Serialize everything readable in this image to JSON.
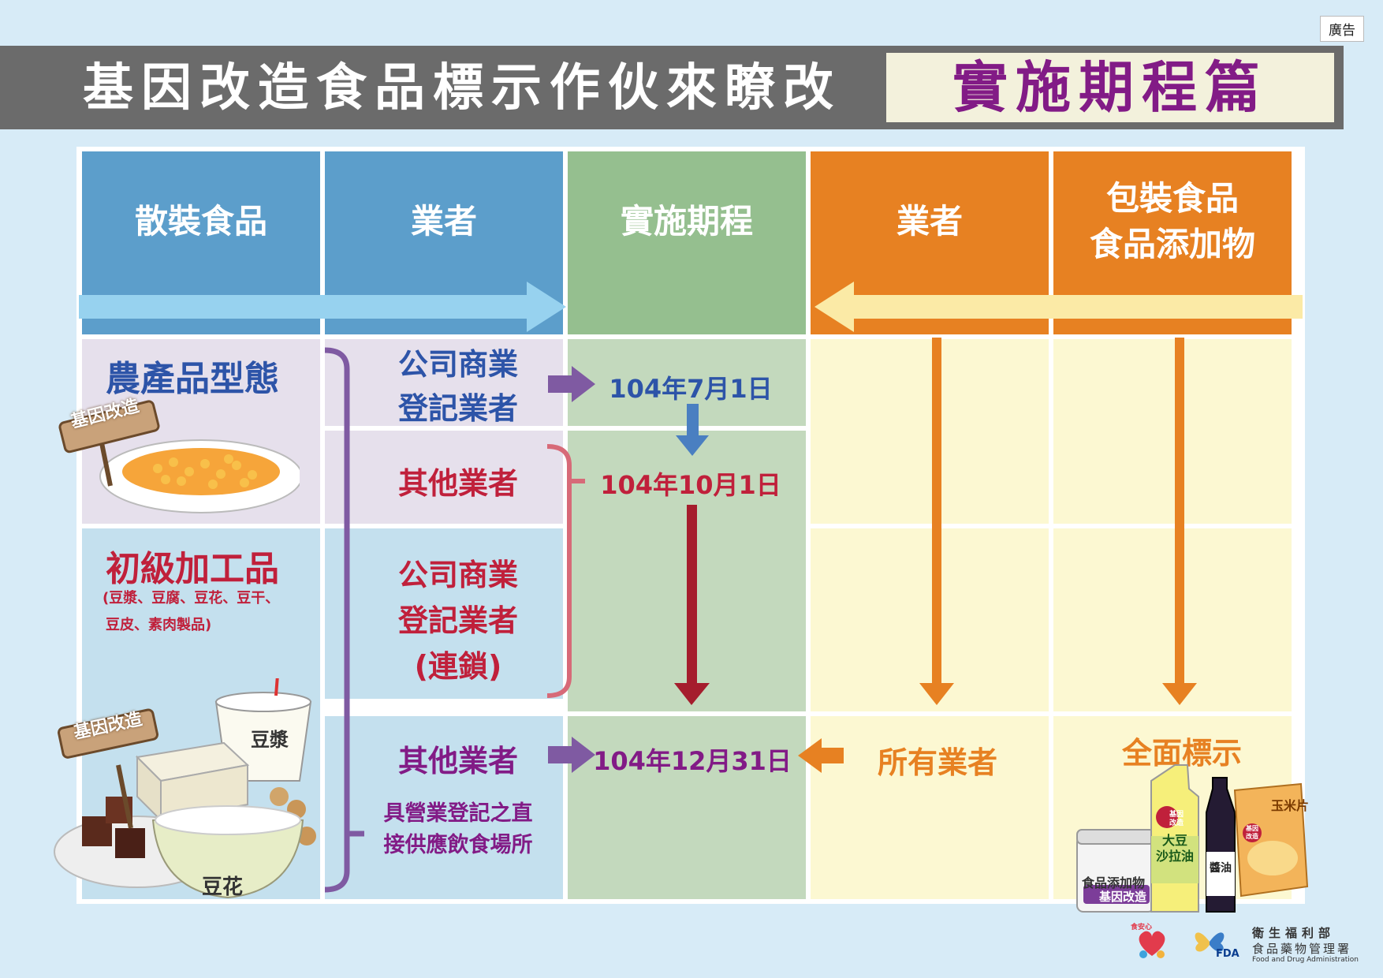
{
  "badge": {
    "ad": "廣告"
  },
  "title": {
    "main": "基因改造食品標示作伙來瞭改",
    "sub": "實施期程篇"
  },
  "headers": {
    "bulk_food": "散裝食品",
    "operator_left": "業者",
    "schedule": "實施期程",
    "operator_right": "業者",
    "packaged_line1": "包裝食品",
    "packaged_line2": "食品添加物"
  },
  "rows": {
    "agri_form": "農產品型態",
    "gmo_sign": "基因改造",
    "primary_processed": "初級加工品",
    "primary_examples_line1": "(豆漿、豆腐、豆花、豆干、",
    "primary_examples_line2": "豆皮、素肉製品)",
    "company_reg_1_line1": "公司商業",
    "company_reg_1_line2": "登記業者",
    "other_ops_1": "其他業者",
    "company_reg_2_line1": "公司商業",
    "company_reg_2_line2": "登記業者",
    "company_reg_2_line3": "(連鎖)",
    "other_ops_2": "其他業者",
    "direct_supply_line1": "具營業登記之直",
    "direct_supply_line2": "接供應飲食場所",
    "date_1": "104年7月1日",
    "date_2": "104年10月1日",
    "date_3": "104年12月31日",
    "all_ops": "所有業者",
    "full_label": "全面標示"
  },
  "illustrations": {
    "soymilk": "豆漿",
    "douhua": "豆花",
    "additive_line1": "食品添加物",
    "additive_gmo": "基因改造",
    "salad_oil_line1": "大豆",
    "salad_oil_line2": "沙拉油",
    "soy_sauce": "醬油",
    "cornflakes": "玉米片",
    "gmo_small_line1": "基因",
    "gmo_small_line2": "改造"
  },
  "footer": {
    "ministry": "衛生福利部",
    "agency": "食品藥物管理署",
    "agency_en": "Food and Drug Administration",
    "fda": "FDA",
    "safety_logo": "食安心"
  },
  "colors": {
    "blue": "#5c9ecb",
    "green": "#95bf8f",
    "orange": "#e78122",
    "purple": "#821b86",
    "red": "#c0203b",
    "lavender": "#e6e0ec",
    "light_blue": "#c4e0ee",
    "light_green": "#c3d9bd",
    "cream": "#fcf8d2"
  }
}
